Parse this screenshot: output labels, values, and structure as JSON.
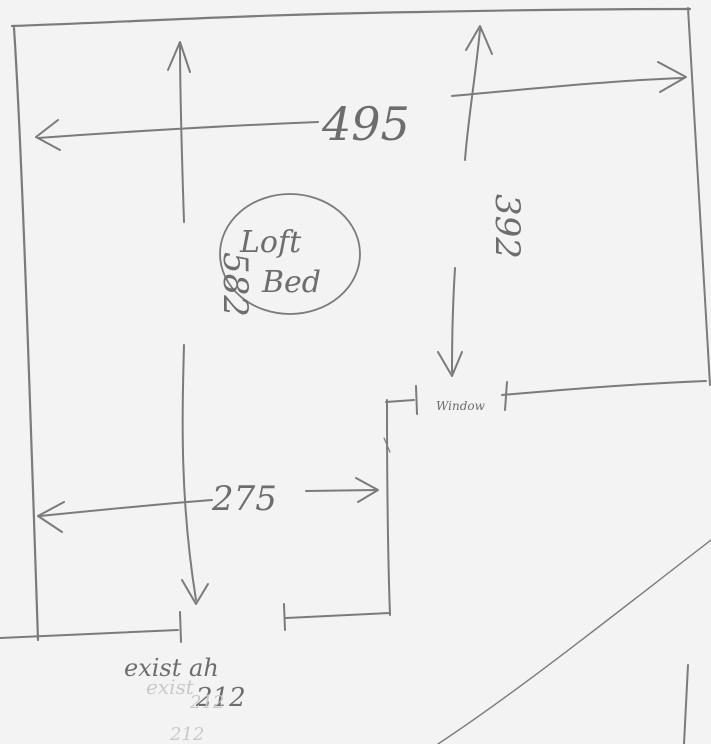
{
  "sketch": {
    "overall_width": "495",
    "right_section_depth": "392",
    "left_section_depth": "582",
    "lower_width": "275",
    "room_label_line1": "Loft",
    "room_label_line2": "Bed",
    "window_label": "Window",
    "door_note_line1": "exist ah",
    "door_note_line2": "212",
    "ghost_line1": "exist",
    "ghost_line2": "212",
    "ghost_line3": "212"
  }
}
